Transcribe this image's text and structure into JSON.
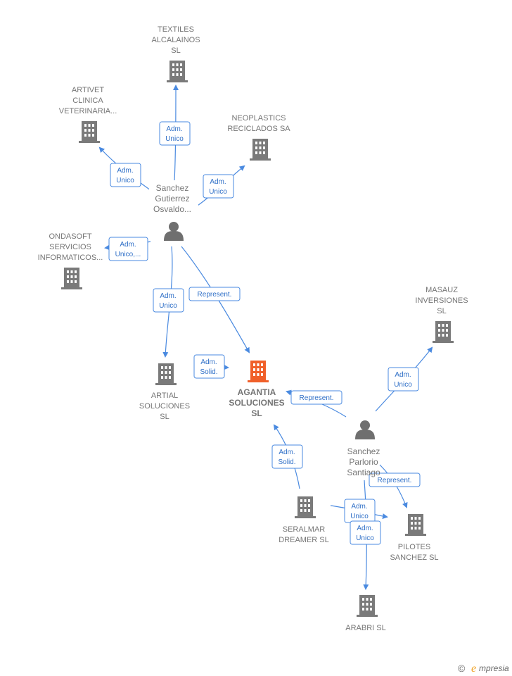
{
  "nodes": {
    "textiles": {
      "lines": [
        "TEXTILES",
        "ALCALAINOS",
        "SL"
      ],
      "kind": "company"
    },
    "artivet": {
      "lines": [
        "ARTIVET",
        "CLINICA",
        "VETERINARIA..."
      ],
      "kind": "company"
    },
    "neoplastics": {
      "lines": [
        "NEOPLASTICS",
        "RECICLADOS SA"
      ],
      "kind": "company"
    },
    "ondasoft": {
      "lines": [
        "ONDASOFT",
        "SERVICIOS",
        "INFORMATICOS..."
      ],
      "kind": "company"
    },
    "artial": {
      "lines": [
        "ARTIAL",
        "SOLUCIONES",
        "SL"
      ],
      "kind": "company"
    },
    "agantia": {
      "lines": [
        "AGANTIA",
        "SOLUCIONES",
        "SL"
      ],
      "kind": "company-main"
    },
    "masauz": {
      "lines": [
        "MASAUZ",
        "INVERSIONES",
        "SL"
      ],
      "kind": "company"
    },
    "seralmar": {
      "lines": [
        "SERALMAR",
        "DREAMER SL"
      ],
      "kind": "company"
    },
    "pilotes": {
      "lines": [
        "PILOTES",
        "SANCHEZ  SL"
      ],
      "kind": "company"
    },
    "arabri": {
      "lines": [
        "ARABRI  SL"
      ],
      "kind": "company"
    },
    "sanchez_gutierrez": {
      "lines": [
        "Sanchez",
        "Gutierrez",
        "Osvaldo..."
      ],
      "kind": "person"
    },
    "sanchez_parlorio": {
      "lines": [
        "Sanchez",
        "Parlorio",
        "Santiago"
      ],
      "kind": "person"
    }
  },
  "edges": [
    {
      "id": "e1",
      "label": [
        "Adm.",
        "Unico"
      ]
    },
    {
      "id": "e2",
      "label": [
        "Adm.",
        "Unico"
      ]
    },
    {
      "id": "e3",
      "label": [
        "Adm.",
        "Unico"
      ]
    },
    {
      "id": "e4",
      "label": [
        "Adm.",
        "Unico,..."
      ]
    },
    {
      "id": "e5",
      "label": [
        "Adm.",
        "Unico"
      ]
    },
    {
      "id": "e6",
      "label": [
        "Represent."
      ]
    },
    {
      "id": "e7",
      "label": [
        "Adm.",
        "Solid."
      ]
    },
    {
      "id": "e8",
      "label": [
        "Represent."
      ]
    },
    {
      "id": "e9",
      "label": [
        "Adm.",
        "Unico"
      ]
    },
    {
      "id": "e10",
      "label": [
        "Adm.",
        "Solid."
      ]
    },
    {
      "id": "e11",
      "label": [
        "Represent."
      ]
    },
    {
      "id": "e12",
      "label": [
        "Adm.",
        "Unico"
      ]
    },
    {
      "id": "e13",
      "label": [
        "Adm.",
        "Unico"
      ]
    }
  ],
  "colors": {
    "company": "#7a7a7a",
    "company_main": "#f0602a",
    "person": "#6f6f6f",
    "edge": "#4a8ae0"
  },
  "footer": {
    "copyright_symbol": "©",
    "brand": "mpresia",
    "brand_initial": "e"
  }
}
